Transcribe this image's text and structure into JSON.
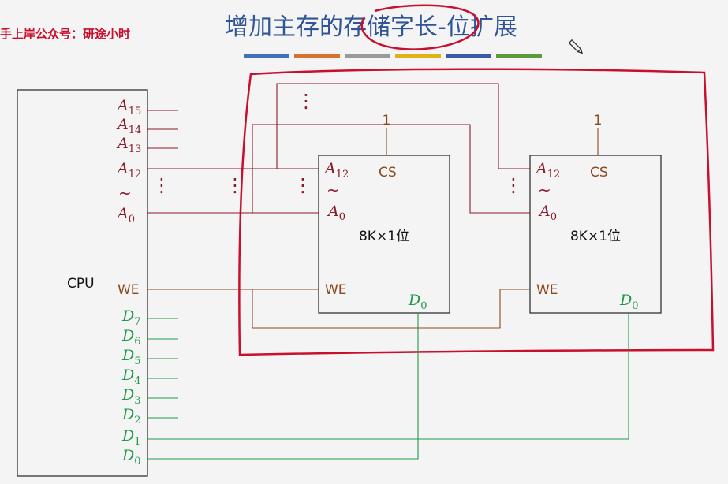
{
  "watermark": "手上岸公众号：研途小时",
  "title": "增加主存的存储字长-位扩展",
  "colors": {
    "address": "#8b1a2b",
    "we": "#8b4a1e",
    "data": "#1f9a4a",
    "box": "#222222",
    "annotation": "#c8102e",
    "title": "#2f5597"
  },
  "title_bar_colors": [
    "#3f72b8",
    "#d9722e",
    "#9a9a9a",
    "#e0b21a",
    "#3a5aa8",
    "#5b9b3a"
  ],
  "cpu": {
    "label": "CPU",
    "address_pins": [
      {
        "base": "A",
        "sub": "15"
      },
      {
        "base": "A",
        "sub": "14"
      },
      {
        "base": "A",
        "sub": "13"
      },
      {
        "base": "A",
        "sub": "12"
      },
      {
        "base": "A",
        "sub": "0"
      }
    ],
    "tilde": "~",
    "we_label": "WE",
    "data_pins": [
      {
        "base": "D",
        "sub": "7"
      },
      {
        "base": "D",
        "sub": "6"
      },
      {
        "base": "D",
        "sub": "5"
      },
      {
        "base": "D",
        "sub": "4"
      },
      {
        "base": "D",
        "sub": "3"
      },
      {
        "base": "D",
        "sub": "2"
      },
      {
        "base": "D",
        "sub": "1"
      },
      {
        "base": "D",
        "sub": "0"
      }
    ]
  },
  "chips": [
    {
      "name": "8K×1位",
      "cs_label": "CS",
      "cs_value": "1",
      "addr_hi": {
        "base": "A",
        "sub": "12"
      },
      "addr_lo": {
        "base": "A",
        "sub": "0"
      },
      "tilde": "~",
      "we_label": "WE",
      "data_out": {
        "base": "D",
        "sub": "0"
      }
    },
    {
      "name": "8K×1位",
      "cs_label": "CS",
      "cs_value": "1",
      "addr_hi": {
        "base": "A",
        "sub": "12"
      },
      "addr_lo": {
        "base": "A",
        "sub": "0"
      },
      "tilde": "~",
      "we_label": "WE",
      "data_out": {
        "base": "D",
        "sub": "0"
      }
    }
  ],
  "ellipsis": "⋮"
}
